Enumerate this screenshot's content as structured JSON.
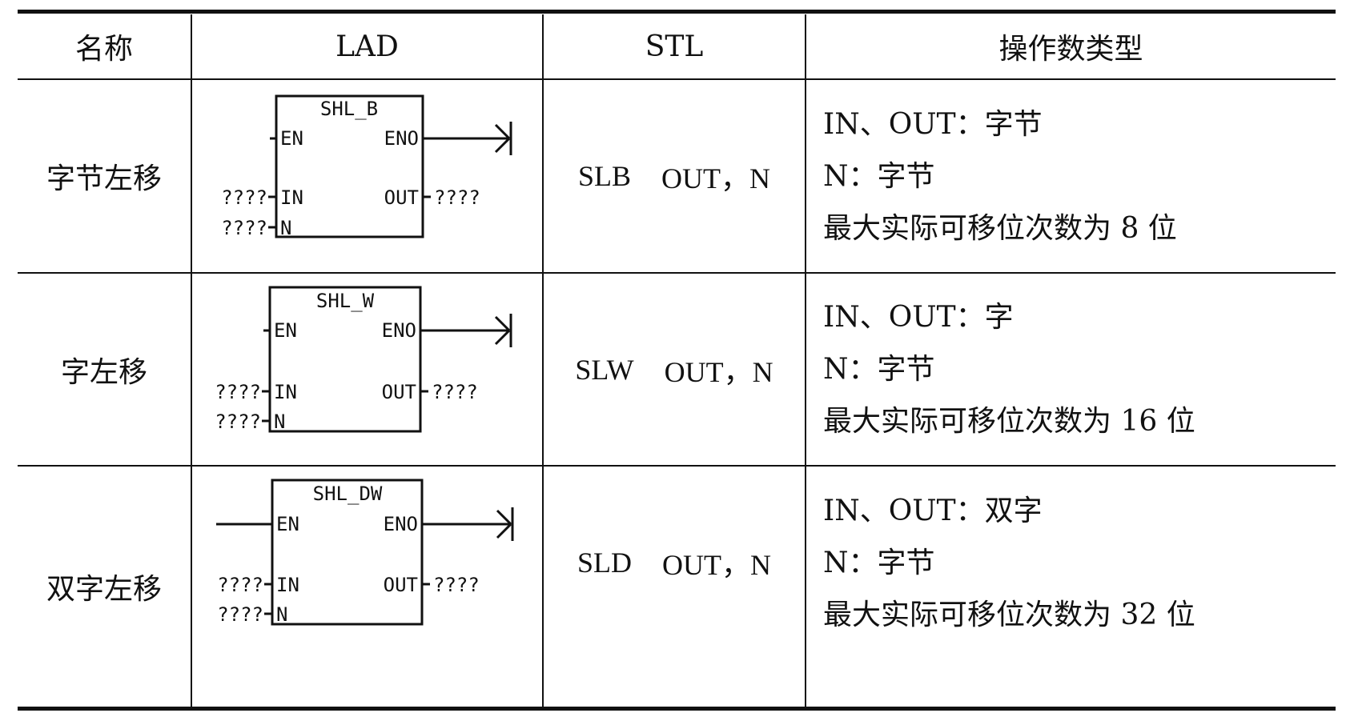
{
  "header": {
    "name": "名称",
    "lad": "LAD",
    "stl": "STL",
    "operand_type": "操作数类型"
  },
  "rows": [
    {
      "name": "字节左移",
      "block_title": "SHL_B",
      "en": "EN",
      "eno": "ENO",
      "in_label": "IN",
      "n_label": "N",
      "out_label": "OUT",
      "in_value": "????",
      "n_value": "????",
      "out_value": "????",
      "stl_op": "SLB",
      "stl_args": "OUT，N",
      "types": [
        "IN、OUT：字节",
        "N：字节",
        "最大实际可移位次数为 8 位"
      ]
    },
    {
      "name": "字左移",
      "block_title": "SHL_W",
      "en": "EN",
      "eno": "ENO",
      "in_label": "IN",
      "n_label": "N",
      "out_label": "OUT",
      "in_value": "????",
      "n_value": "????",
      "out_value": "????",
      "stl_op": "SLW",
      "stl_args": "OUT，N",
      "types": [
        "IN、OUT：字",
        "N：字节",
        "最大实际可移位次数为 16 位"
      ]
    },
    {
      "name": "双字左移",
      "block_title": "SHL_DW",
      "en": "EN",
      "eno": "ENO",
      "in_label": "IN",
      "n_label": "N",
      "out_label": "OUT",
      "in_value": "????",
      "n_value": "????",
      "out_value": "????",
      "stl_op": "SLD",
      "stl_args": "OUT，N",
      "types": [
        "IN、OUT：双字",
        "N：字节",
        "最大实际可移位次数为 32 位"
      ]
    }
  ]
}
